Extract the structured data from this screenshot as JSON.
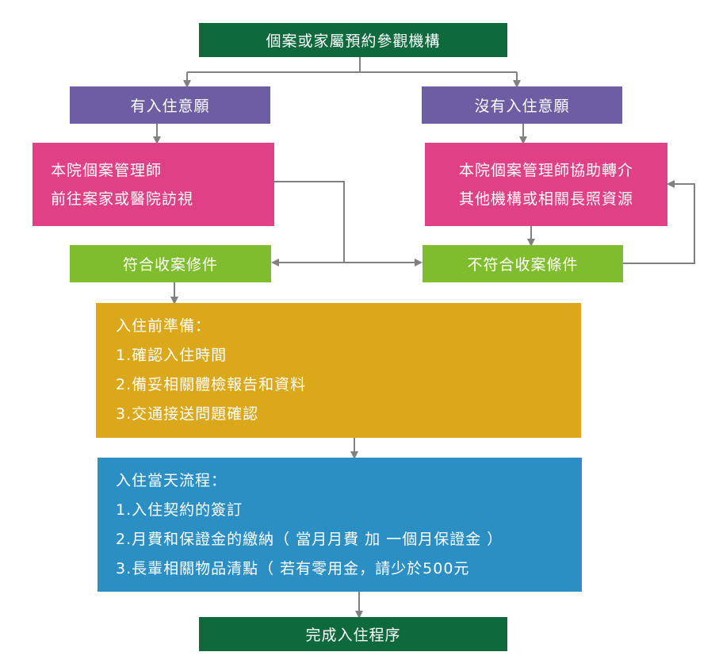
{
  "nodes": {
    "start": "個案或家屬預約參觀機構",
    "willing": "有入住意願",
    "unwilling": "沒有入住意願",
    "visit": [
      "本院個案管理師",
      "前往案家或醫院訪視"
    ],
    "refer": [
      "本院個案管理師協助轉介",
      "其他機構或相關長照資源"
    ],
    "eligible": "符合收案修件",
    "ineligible": "不符合收案條件",
    "prep": [
      "入住前準備：",
      "1.確認入住時間",
      "2.備妥相關體檢報告和資料",
      "3.交通接送問題確認"
    ],
    "day": [
      "入住當天流程：",
      "1.入住契約的簽訂",
      "2.月費和保證金的繳納（ 當月月費 加 一個月保證金 ）",
      "3.長輩相關物品清點（ 若有零用金，請少於500元"
    ],
    "end": "完成入住程序"
  },
  "colors": {
    "dark_green": "#0e6a3c",
    "purple": "#6d5ea4",
    "pink": "#e04086",
    "lime": "#7fbd2e",
    "gold": "#dba81b",
    "blue": "#2b8fc4",
    "connector": "#808080"
  }
}
